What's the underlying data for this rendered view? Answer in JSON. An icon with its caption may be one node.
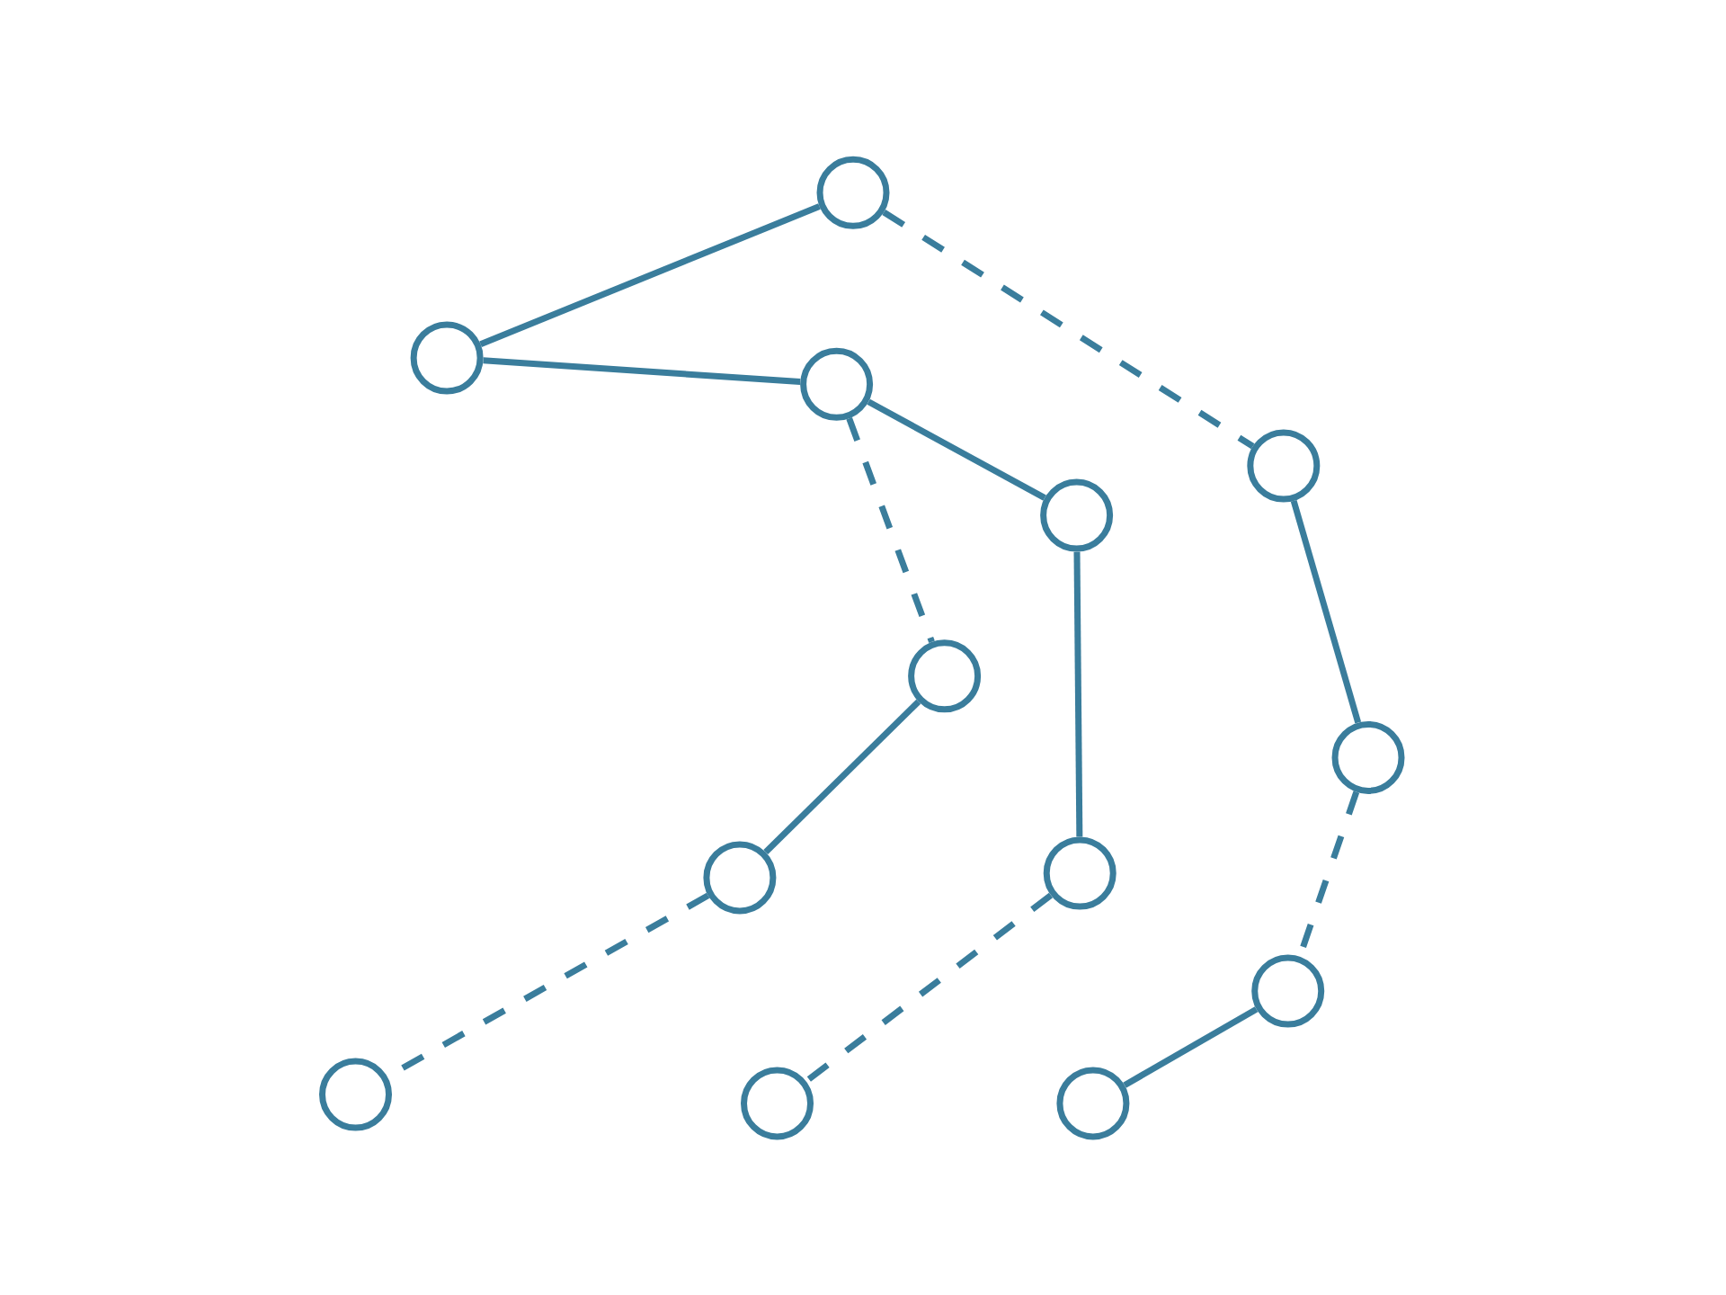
{
  "diagram": {
    "nodes": [
      {
        "text": [],
        "shape": "circle"
      },
      {
        "text": [],
        "shape": "circle"
      },
      {
        "text": [],
        "shape": "circle"
      },
      {
        "text": [],
        "shape": "circle"
      },
      {
        "text": [],
        "shape": "circle"
      },
      {
        "text": [],
        "shape": "circle"
      },
      {
        "text": [],
        "shape": "circle"
      },
      {
        "text": [],
        "shape": "circle"
      },
      {
        "text": [],
        "shape": "circle"
      },
      {
        "text": [],
        "shape": "circle"
      },
      {
        "text": [],
        "shape": "circle"
      },
      {
        "text": [],
        "shape": "circle"
      },
      {
        "text": [],
        "shape": "circle"
      }
    ],
    "edges": [
      {
        "from": 0,
        "to": 1,
        "arrow": "none"
      },
      {
        "from": 0,
        "to": 3,
        "arrow": "none",
        "style": "dashed"
      },
      {
        "from": 1,
        "to": 2,
        "arrow": "none"
      },
      {
        "from": 2,
        "to": 4,
        "arrow": "none"
      },
      {
        "from": 2,
        "to": 5,
        "arrow": "none",
        "style": "dashed"
      },
      {
        "from": 3,
        "to": 6,
        "arrow": "none"
      },
      {
        "from": 4,
        "to": 7,
        "arrow": "none"
      },
      {
        "from": 5,
        "to": 8,
        "arrow": "none"
      },
      {
        "from": 6,
        "to": 9,
        "arrow": "none",
        "style": "dashed"
      },
      {
        "from": 8,
        "to": 10,
        "arrow": "none",
        "style": "dashed"
      },
      {
        "from": 7,
        "to": 11,
        "arrow": "none",
        "style": "dashed"
      },
      {
        "from": 9,
        "to": 12,
        "arrow": "none"
      }
    ]
  }
}
